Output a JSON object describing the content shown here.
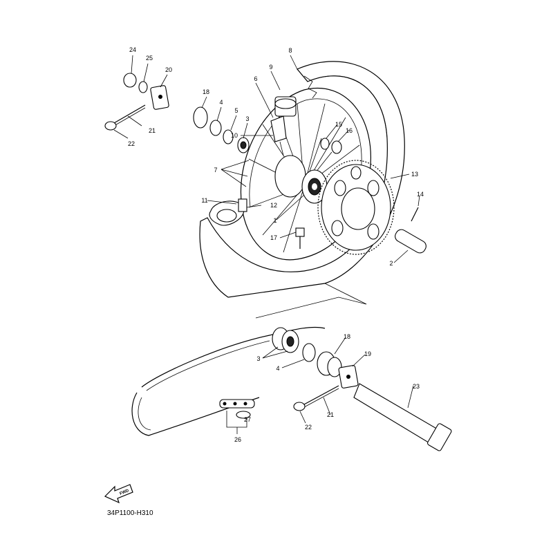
{
  "diagram": {
    "code": "34P1100-H310",
    "fwd_label": "FWD",
    "callouts": [
      {
        "id": "c24a",
        "text": "24"
      },
      {
        "id": "c25",
        "text": "25"
      },
      {
        "id": "c20",
        "text": "20"
      },
      {
        "id": "c18a",
        "text": "18"
      },
      {
        "id": "c4a",
        "text": "4"
      },
      {
        "id": "c5",
        "text": "5"
      },
      {
        "id": "c3a",
        "text": "3"
      },
      {
        "id": "c21a",
        "text": "21"
      },
      {
        "id": "c22a",
        "text": "22"
      },
      {
        "id": "c8",
        "text": "8"
      },
      {
        "id": "c9",
        "text": "9"
      },
      {
        "id": "c6",
        "text": "6"
      },
      {
        "id": "c10",
        "text": "10"
      },
      {
        "id": "c15",
        "text": "15"
      },
      {
        "id": "c16",
        "text": "16"
      },
      {
        "id": "c7",
        "text": "7"
      },
      {
        "id": "c13",
        "text": "13"
      },
      {
        "id": "c14",
        "text": "14"
      },
      {
        "id": "c11",
        "text": "11"
      },
      {
        "id": "c12",
        "text": "12"
      },
      {
        "id": "c1",
        "text": "1"
      },
      {
        "id": "c17",
        "text": "17"
      },
      {
        "id": "c2",
        "text": "2"
      },
      {
        "id": "c18b",
        "text": "18"
      },
      {
        "id": "c3b",
        "text": "3"
      },
      {
        "id": "c4b",
        "text": "4"
      },
      {
        "id": "c19",
        "text": "19"
      },
      {
        "id": "c23",
        "text": "23"
      },
      {
        "id": "c21b",
        "text": "21"
      },
      {
        "id": "c22b",
        "text": "22"
      },
      {
        "id": "c27",
        "text": "27"
      },
      {
        "id": "c26",
        "text": "26"
      }
    ]
  }
}
